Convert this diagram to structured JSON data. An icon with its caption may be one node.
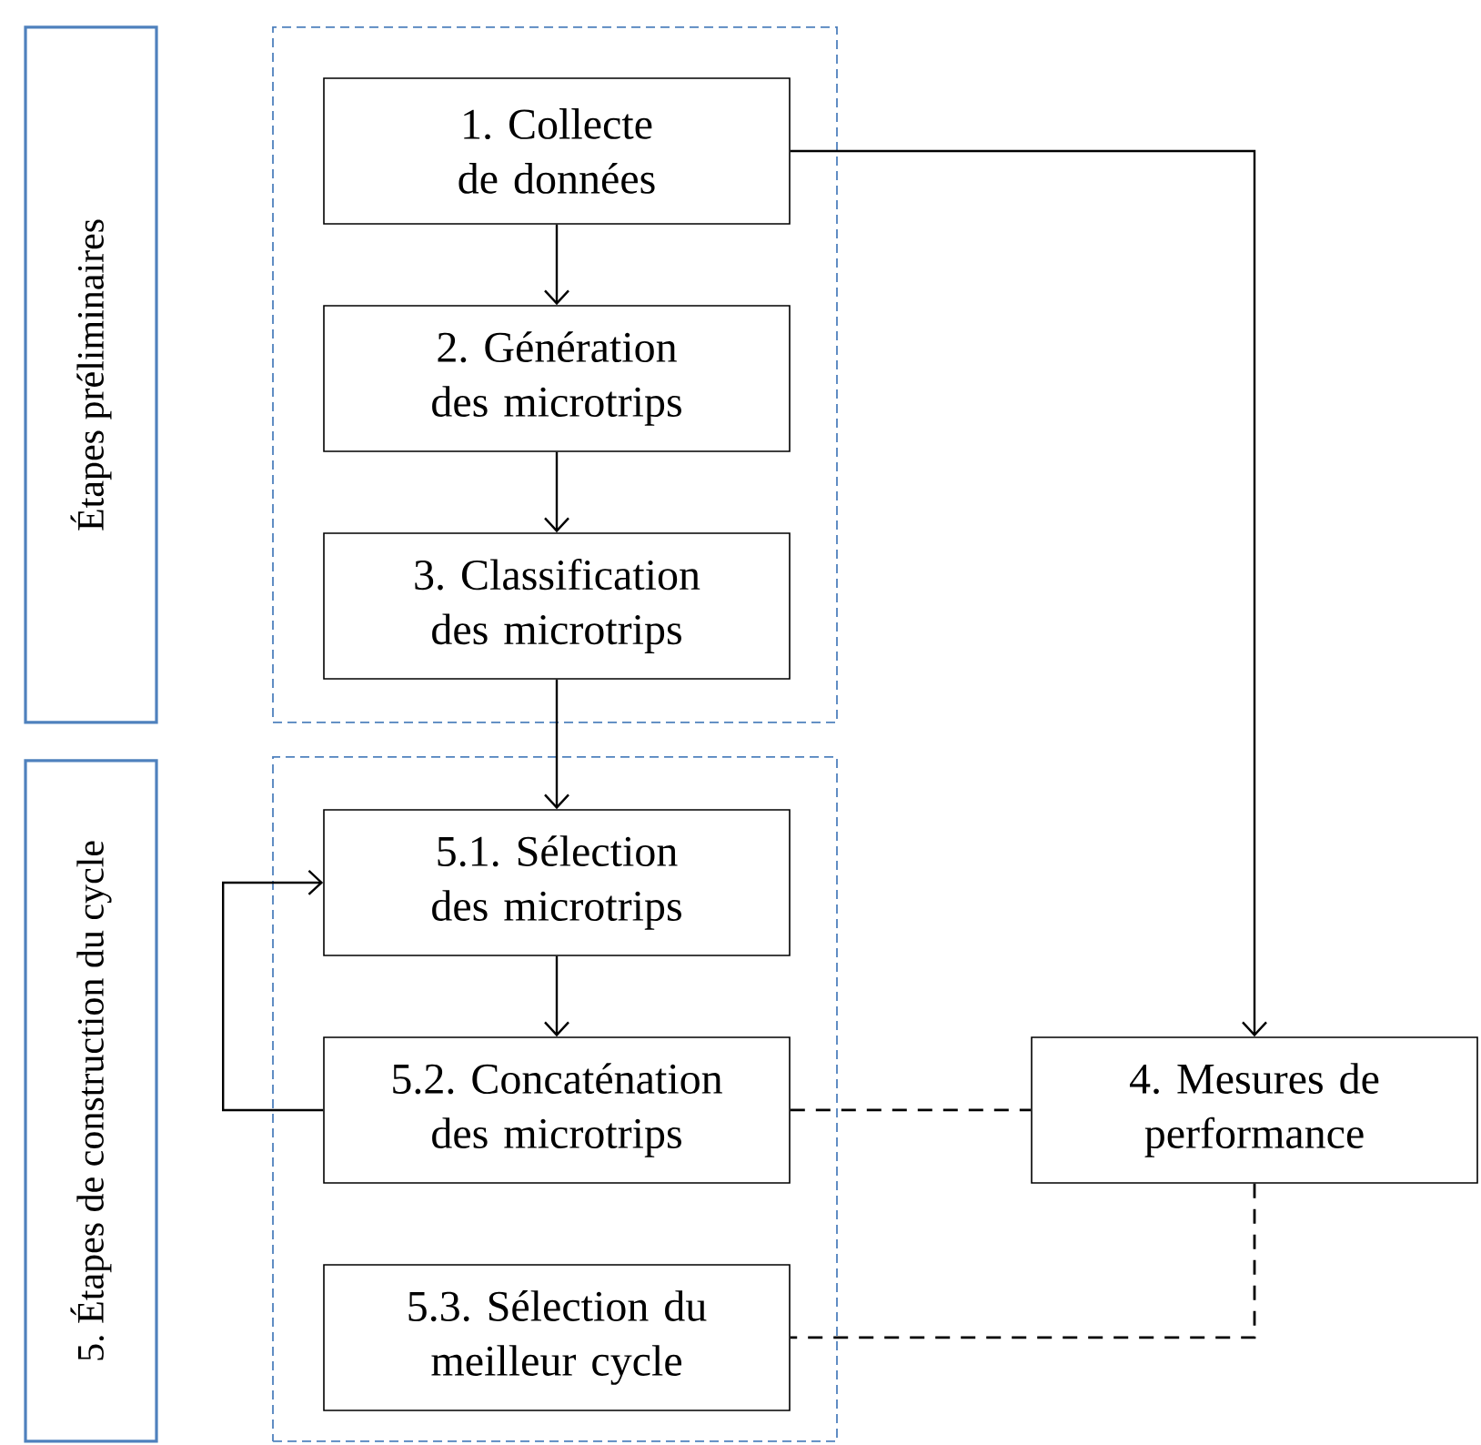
{
  "diagram": {
    "nodes": [
      {
        "text": [
          "Étapes préliminaires"
        ]
      },
      {
        "text": [],
        "shape": "box"
      },
      {
        "text": [
          "1. Collecte de données"
        ],
        "in": 1
      },
      {
        "text": [
          "2. Génération des microtrips"
        ],
        "in": 1
      },
      {
        "text": [
          "3. Classification des microtrips"
        ],
        "in": 1
      },
      {
        "text": [
          "5. Étapes de construction du cycle"
        ]
      },
      {
        "text": [],
        "shape": "box"
      },
      {
        "text": [
          "5.1. Sélection des microtrips"
        ],
        "in": 6
      },
      {
        "text": [
          "5.2. Concaténation des microtrips"
        ],
        "in": 6
      },
      {
        "text": [
          "5.3. Sélection du meilleur cycle"
        ],
        "in": 6
      },
      {
        "text": [
          "4. Mesures de performance"
        ]
      }
    ],
    "edges": [
      {
        "from": 2,
        "to": 3,
        "arrow": "to"
      },
      {
        "from": 3,
        "to": 4,
        "arrow": "to"
      },
      {
        "from": 4,
        "to": 7,
        "arrow": "to"
      },
      {
        "from": 7,
        "to": 8,
        "arrow": "to"
      },
      {
        "from": 8,
        "to": 7,
        "arrow": "to"
      },
      {
        "from": 2,
        "to": 10,
        "arrow": "to"
      },
      {
        "from": 8,
        "to": 10,
        "arrow": "none",
        "style": "dashed"
      },
      {
        "from": 10,
        "to": 9,
        "arrow": "none",
        "style": "dashed"
      }
    ]
  }
}
